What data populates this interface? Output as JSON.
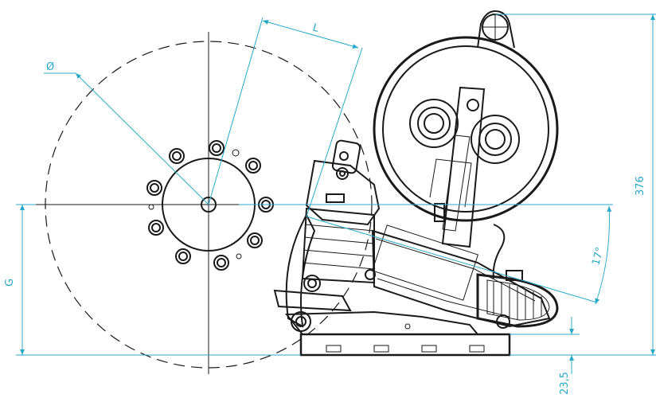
{
  "drawing": {
    "dimensions": {
      "diameter_label": "Ø",
      "length_label": "L",
      "g_label": "G",
      "height_label": "376",
      "angle_label": "17°",
      "base_label": "23,5"
    },
    "colors": {
      "dimension": "#29a9c9",
      "ink": "#1a1a1a",
      "background": "#ffffff"
    }
  }
}
